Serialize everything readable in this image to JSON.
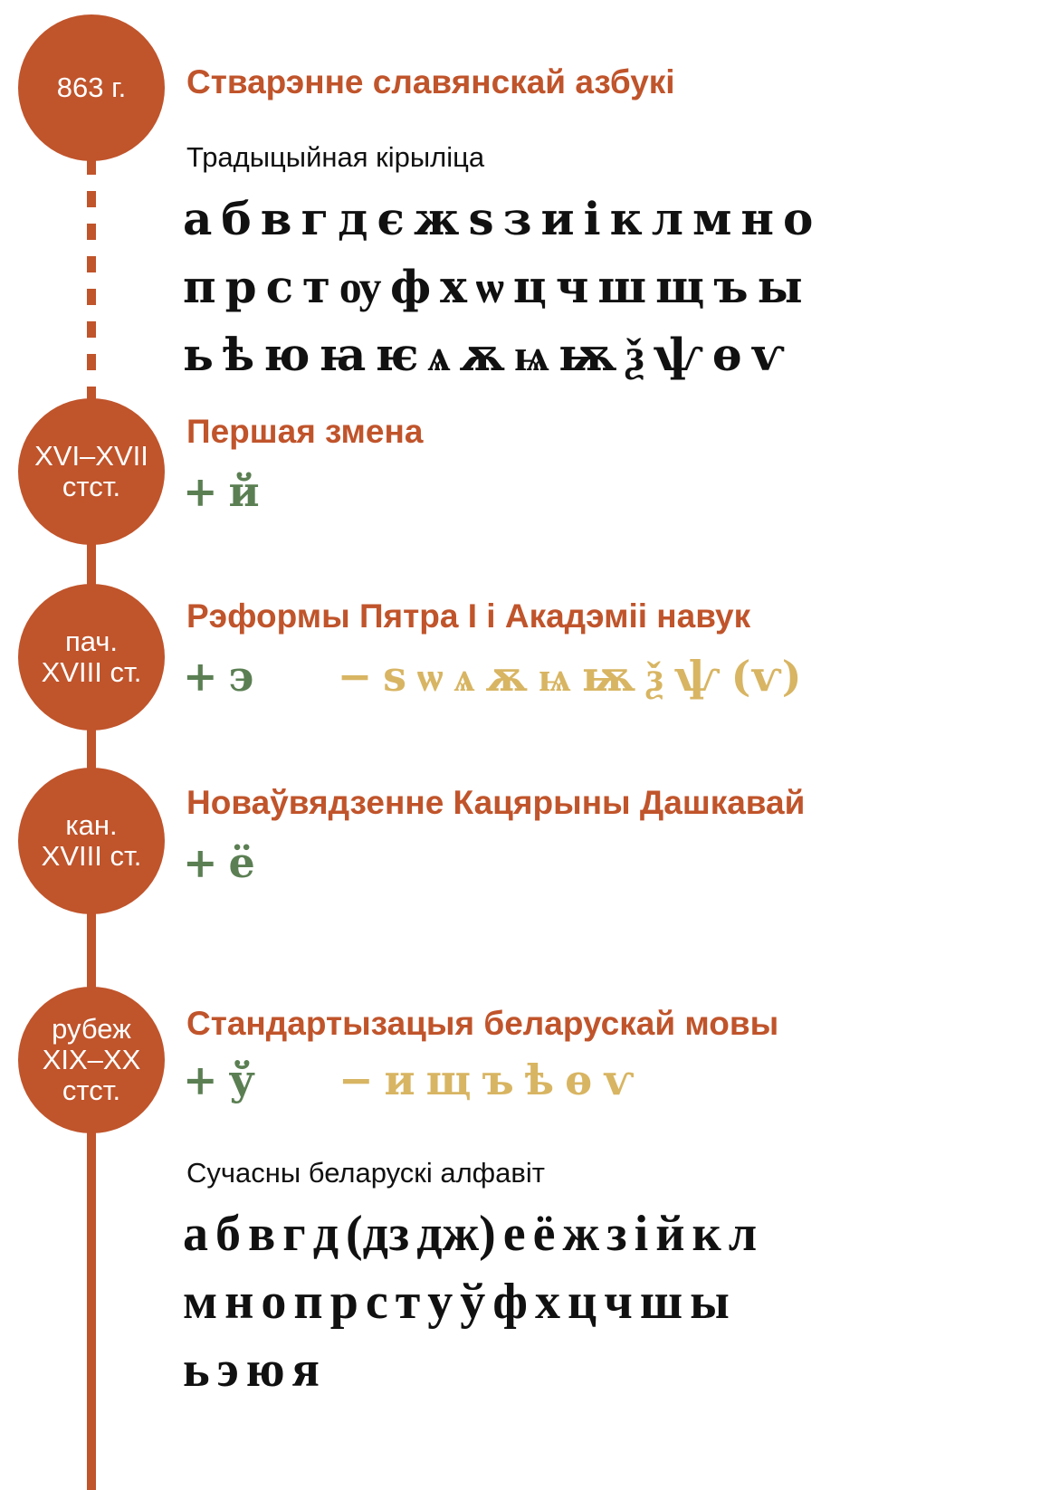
{
  "colors": {
    "accent": "#c0542b",
    "added": "#5b7f53",
    "removed": "#d8b563",
    "text": "#111111"
  },
  "events": [
    {
      "date": "863 г.",
      "title": "Стварэнне славянскай азбукі"
    },
    {
      "date": "XVI–XVII\nстст.",
      "title": "Першая змена",
      "added": [
        "й"
      ],
      "removed": []
    },
    {
      "date": "пач.\nXVIII ст.",
      "title": "Рэформы Пятра I і Акадэміі навук",
      "added": [
        "э"
      ],
      "removed": [
        "ѕ",
        "ѡ",
        "ѧ",
        "ѫ",
        "ѩ",
        "ѭ",
        "ѯ",
        "ѱ",
        "(ѵ)"
      ]
    },
    {
      "date": "кан.\nXVIII ст.",
      "title": "Новаўвядзенне Кацярыны Дашкавай",
      "added": [
        "ё"
      ],
      "removed": []
    },
    {
      "date": "рубеж\nXIX–XX\nстст.",
      "title": "Стандартызацыя беларускай мовы",
      "added": [
        "ў"
      ],
      "removed": [
        "и",
        "щ",
        "ъ",
        "ѣ",
        "ѳ",
        "ѵ"
      ]
    }
  ],
  "plus_sign": "+",
  "minus_sign": "−",
  "traditional": {
    "label": "Традыцыйная кірыліца",
    "rows": [
      [
        "а",
        "б",
        "в",
        "г",
        "д",
        "є",
        "ж",
        "ѕ",
        "з",
        "и",
        "і",
        "к",
        "л",
        "м",
        "н",
        "о"
      ],
      [
        "п",
        "р",
        "с",
        "т",
        "ѹ",
        "ф",
        "х",
        "ѡ",
        "ц",
        "ч",
        "ш",
        "щ",
        "ъ",
        "ы"
      ],
      [
        "ь",
        "ѣ",
        "ю",
        "ꙗ",
        "ѥ",
        "ѧ",
        "ѫ",
        "ѩ",
        "ѭ",
        "ѯ",
        "ѱ",
        "ѳ",
        "ѵ"
      ]
    ]
  },
  "modern": {
    "label": "Сучасны беларускі алфавіт",
    "rows": [
      [
        "а",
        "б",
        "в",
        "г",
        "д",
        "(дз",
        "дж)",
        "е",
        "ё",
        "ж",
        "з",
        "і",
        "й",
        "к",
        "л"
      ],
      [
        "м",
        "н",
        "о",
        "п",
        "р",
        "с",
        "т",
        "у",
        "ў",
        "ф",
        "х",
        "ц",
        "ч",
        "ш",
        "ы"
      ],
      [
        "ь",
        "э",
        "ю",
        "я"
      ]
    ]
  }
}
